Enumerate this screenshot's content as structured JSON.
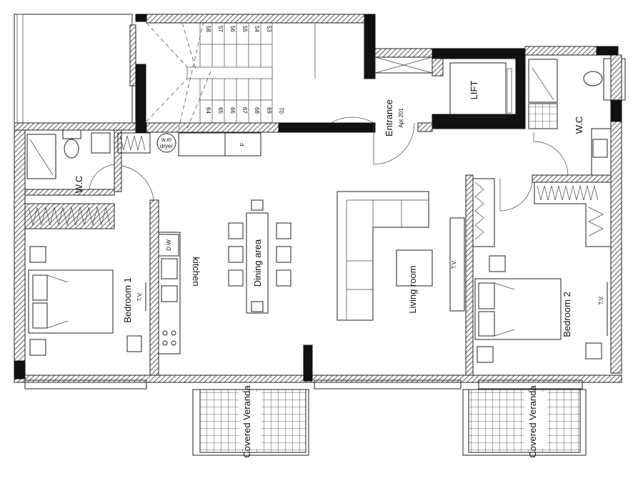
{
  "plan": {
    "rooms": {
      "kitchen": "kitchen",
      "dining": "Dining area",
      "living": "Living room",
      "bedroom1": "Bedroom 1",
      "bedroom2": "Bedroom 2",
      "wc_left": "W.C",
      "wc_right": "W.C",
      "lift": "LIFT",
      "entrance": "Entrance",
      "apt": "Apt 201",
      "veranda_left": "Covered Veranda",
      "veranda_right": "Covered Veranda"
    },
    "fixtures": {
      "dryer_line1": "w.m",
      "dryer_line2": "dryer",
      "fridge": "F",
      "dishwasher": "D.W",
      "tv_bedroom1": "T.V.",
      "tv_living": "T.V.",
      "tv_bedroom2": "T.V."
    },
    "stairs_top": [
      "58",
      "57",
      "56",
      "55",
      "54",
      "53"
    ],
    "stairs_bottom": [
      "64",
      "65",
      "66",
      "67",
      "68",
      "69",
      "70"
    ]
  }
}
